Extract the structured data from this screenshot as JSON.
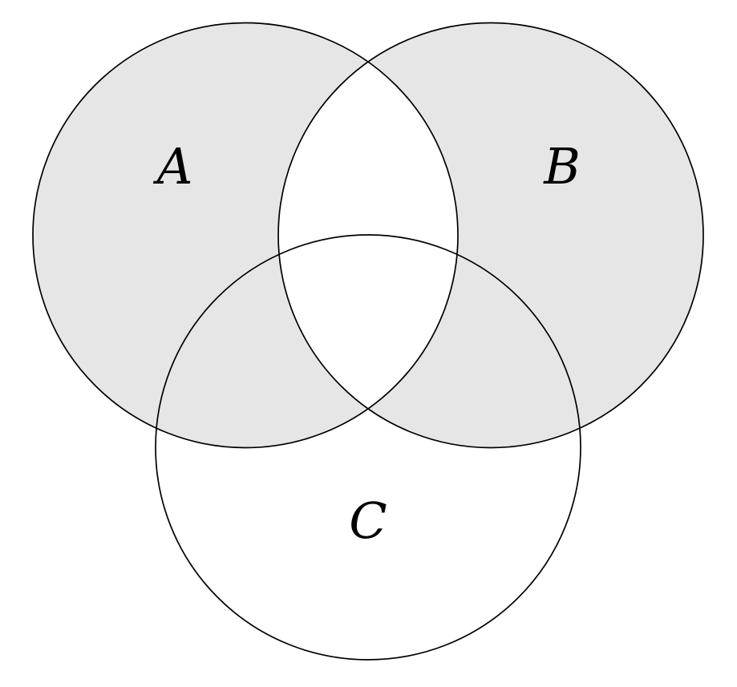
{
  "venn": {
    "labels": {
      "a": "A",
      "b": "B",
      "c": "C"
    },
    "colors": {
      "background": "#ffffff",
      "shaded_fill": "#e6e6e6",
      "circle_stroke": "#000000",
      "label_color": "#000000"
    },
    "shaded_regions": [
      "A only",
      "B only",
      "A and C only",
      "B and C only"
    ],
    "unshaded_regions": [
      "A and B only",
      "A and B and C",
      "C only",
      "outside all sets"
    ]
  }
}
